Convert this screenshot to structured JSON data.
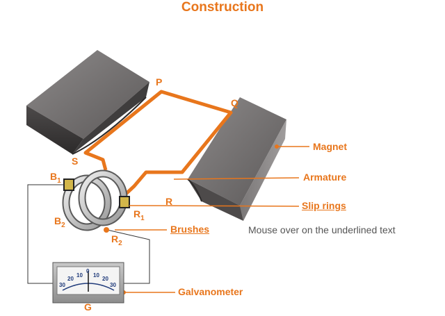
{
  "title": "Construction",
  "hint": "Mouse over on the underlined text",
  "points": {
    "P": "P",
    "Q": "Q",
    "R": "R",
    "S": "S",
    "B1": "B",
    "B1_sub": "1",
    "B2": "B",
    "B2_sub": "2",
    "R1": "R",
    "R1_sub": "1",
    "R2": "R",
    "R2_sub": "2",
    "G": "G"
  },
  "callouts": [
    {
      "id": "magnet",
      "label": "Magnet",
      "underlined": false
    },
    {
      "id": "armature",
      "label": "Armature",
      "underlined": false
    },
    {
      "id": "slip-rings",
      "label": "Slip rings",
      "underlined": true
    },
    {
      "id": "brushes",
      "label": "Brushes",
      "underlined": true
    },
    {
      "id": "galvanometer",
      "label": "Galvanometer",
      "underlined": false
    }
  ],
  "galvanometer_scale": [
    "30",
    "20",
    "10",
    "0",
    "10",
    "20",
    "30"
  ],
  "colors": {
    "accent": "#e8761c",
    "magnet": "#6f6c6c",
    "brush": "#d2b64a",
    "hint_text": "#555555"
  }
}
